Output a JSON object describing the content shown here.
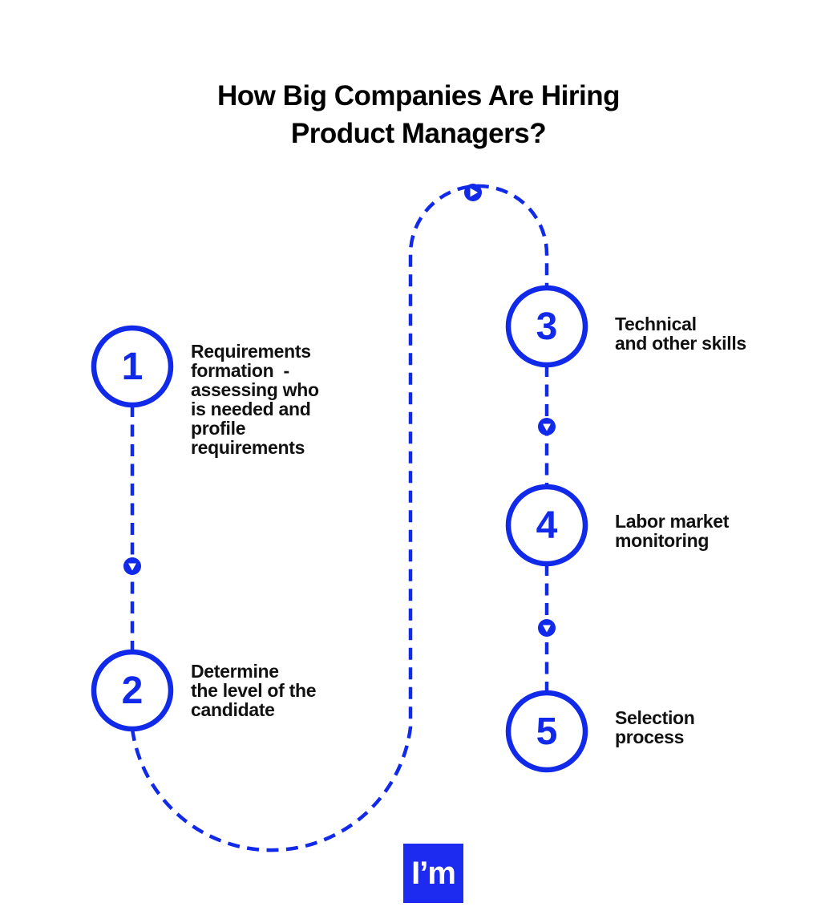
{
  "title": "How Big Companies Are Hiring\nProduct Managers?",
  "steps": [
    {
      "number": "1",
      "label": "Requirements\nformation  -\nassessing who\nis needed and\nprofile\nrequirements"
    },
    {
      "number": "2",
      "label": "Determine\nthe level of the\ncandidate"
    },
    {
      "number": "3",
      "label": "Technical\nand other skills"
    },
    {
      "number": "4",
      "label": "Labor market\nmonitoring"
    },
    {
      "number": "5",
      "label": "Selection\nprocess"
    }
  ],
  "icons": {
    "flow_forward": "play-marker-icon",
    "flow_down": "down-triangle-marker-icon"
  },
  "logo": {
    "text": "I’m"
  },
  "colors": {
    "accent": "#1129E8",
    "logo_bg": "#1C2BEF",
    "text": "#111111",
    "title": "#000000",
    "background": "#ffffff"
  }
}
